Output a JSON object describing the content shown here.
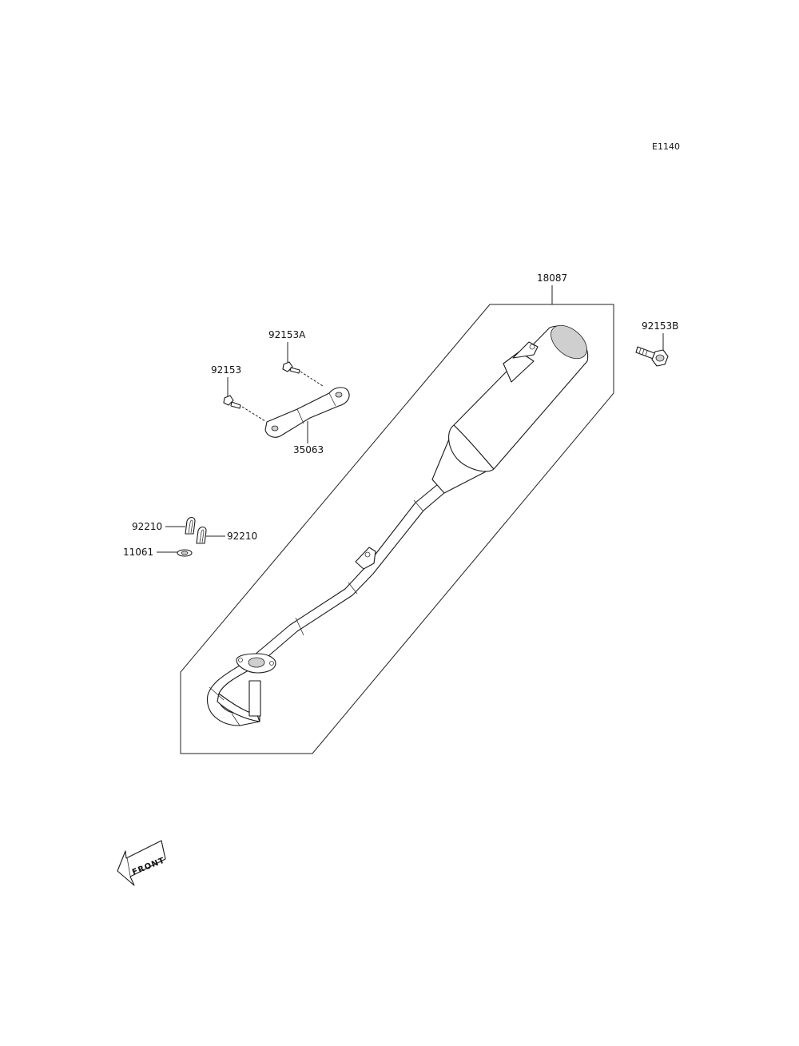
{
  "diagram": {
    "code": "E1140",
    "parts": [
      {
        "id": "muffler",
        "label": "18087"
      },
      {
        "id": "bolt-b",
        "label": "92153B"
      },
      {
        "id": "bolt-a",
        "label": "92153A"
      },
      {
        "id": "bolt",
        "label": "92153"
      },
      {
        "id": "bracket",
        "label": "35063"
      },
      {
        "id": "clip-left",
        "label": "92210"
      },
      {
        "id": "clip-right",
        "label": "92210"
      },
      {
        "id": "gasket",
        "label": "11061"
      }
    ],
    "front_arrow": "FRONT"
  }
}
